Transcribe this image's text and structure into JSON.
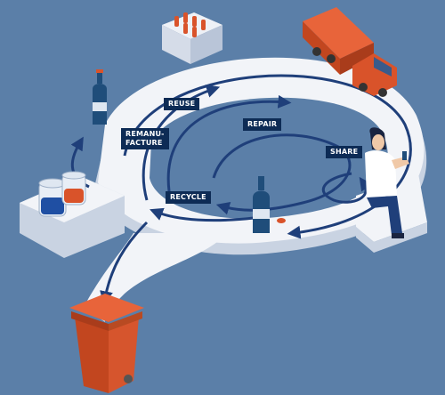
{
  "labels": {
    "reuse": "REUSE",
    "remanufacture": "REMANU-\nFACTURE",
    "repair": "REPAIR",
    "share": "SHARE",
    "recycle": "RECYCLE"
  },
  "colors": {
    "background": "#5b7fa8",
    "track_top": "#f2f4f8",
    "track_side": "#c9d3e2",
    "loop_line": "#1f3f7a",
    "label_bg": "#0d2b55",
    "truck": "#d9532a",
    "bin": "#d6552d",
    "bottle": "#1f4d7a"
  },
  "icons": [
    "crate-of-bottles-icon",
    "delivery-truck-icon",
    "bottle-icon",
    "jars-icon",
    "person-with-phone-icon",
    "trash-bin-icon",
    "bottle-cap-icon"
  ]
}
